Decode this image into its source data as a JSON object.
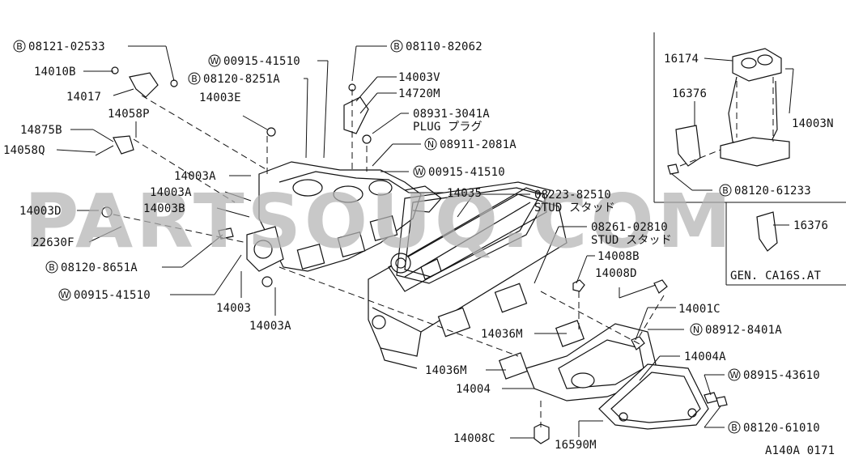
{
  "diagram": {
    "watermark": "PARTSOUQ.COM",
    "figure_code": "A140A 0171",
    "inset_caption": "GEN. CA16S.AT",
    "callouts": [
      {
        "id": "c1",
        "prefix": "B",
        "part": "08121-02533"
      },
      {
        "id": "c2",
        "prefix": "",
        "part": "14010B"
      },
      {
        "id": "c3",
        "prefix": "",
        "part": "14017"
      },
      {
        "id": "c4",
        "prefix": "",
        "part": "14058P"
      },
      {
        "id": "c5",
        "prefix": "",
        "part": "14875B"
      },
      {
        "id": "c6",
        "prefix": "",
        "part": "14058Q"
      },
      {
        "id": "c7",
        "prefix": "W",
        "part": "00915-41510"
      },
      {
        "id": "c8",
        "prefix": "B",
        "part": "08120-8251A"
      },
      {
        "id": "c9",
        "prefix": "",
        "part": "14003E"
      },
      {
        "id": "c10",
        "prefix": "B",
        "part": "08110-82062"
      },
      {
        "id": "c11",
        "prefix": "",
        "part": "14003V"
      },
      {
        "id": "c12",
        "prefix": "",
        "part": "14720M"
      },
      {
        "id": "c13",
        "prefix": "",
        "part": "08931-3041A"
      },
      {
        "id": "c14",
        "prefix": "",
        "part": "PLUG プラグ"
      },
      {
        "id": "c15",
        "prefix": "N",
        "part": "08911-2081A"
      },
      {
        "id": "c16",
        "prefix": "W",
        "part": "00915-41510"
      },
      {
        "id": "c17",
        "prefix": "",
        "part": "14003A"
      },
      {
        "id": "c18",
        "prefix": "",
        "part": "14003A"
      },
      {
        "id": "c19",
        "prefix": "",
        "part": "14035"
      },
      {
        "id": "c20",
        "prefix": "",
        "part": "08223-82510"
      },
      {
        "id": "c21",
        "prefix": "",
        "part": "STUD スタッド"
      },
      {
        "id": "c22",
        "prefix": "",
        "part": "14003D"
      },
      {
        "id": "c23",
        "prefix": "",
        "part": "14003B"
      },
      {
        "id": "c24",
        "prefix": "",
        "part": "08261-02810"
      },
      {
        "id": "c25",
        "prefix": "",
        "part": "STUD スタッド"
      },
      {
        "id": "c26",
        "prefix": "",
        "part": "22630F"
      },
      {
        "id": "c27",
        "prefix": "B",
        "part": "08120-8651A"
      },
      {
        "id": "c28",
        "prefix": "",
        "part": "14008B"
      },
      {
        "id": "c29",
        "prefix": "",
        "part": "14008D"
      },
      {
        "id": "c30",
        "prefix": "W",
        "part": "00915-41510"
      },
      {
        "id": "c31",
        "prefix": "",
        "part": "14003"
      },
      {
        "id": "c32",
        "prefix": "",
        "part": "14003A"
      },
      {
        "id": "c33",
        "prefix": "",
        "part": "14001C"
      },
      {
        "id": "c34",
        "prefix": "",
        "part": "14036M"
      },
      {
        "id": "c35",
        "prefix": "N",
        "part": "08912-8401A"
      },
      {
        "id": "c36",
        "prefix": "",
        "part": "14004A"
      },
      {
        "id": "c37",
        "prefix": "",
        "part": "14036M"
      },
      {
        "id": "c38",
        "prefix": "W",
        "part": "08915-43610"
      },
      {
        "id": "c39",
        "prefix": "",
        "part": "14004"
      },
      {
        "id": "c40",
        "prefix": "B",
        "part": "08120-61010"
      },
      {
        "id": "c41",
        "prefix": "",
        "part": "14008C"
      },
      {
        "id": "c42",
        "prefix": "",
        "part": "16590M"
      },
      {
        "id": "c43",
        "prefix": "",
        "part": "16174"
      },
      {
        "id": "c44",
        "prefix": "",
        "part": "16376"
      },
      {
        "id": "c45",
        "prefix": "",
        "part": "14003N"
      },
      {
        "id": "c46",
        "prefix": "B",
        "part": "08120-61233"
      },
      {
        "id": "c47",
        "prefix": "",
        "part": "16376"
      }
    ]
  }
}
